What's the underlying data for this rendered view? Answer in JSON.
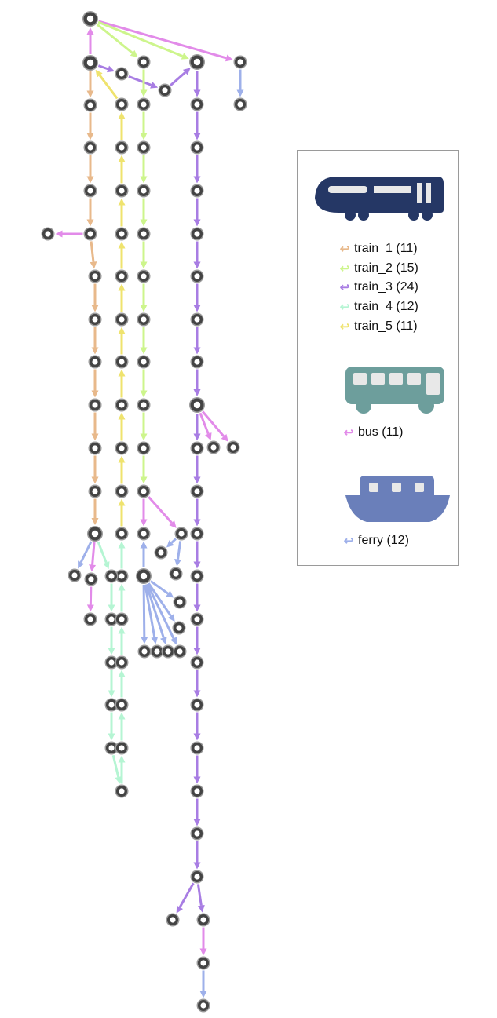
{
  "legend": {
    "train_group": [
      {
        "key": "train_1",
        "label": "train_1 (11)",
        "color": "#e8b98b"
      },
      {
        "key": "train_2",
        "label": "train_2 (15)",
        "color": "#cdf58c"
      },
      {
        "key": "train_3",
        "label": "train_3 (24)",
        "color": "#a87de3"
      },
      {
        "key": "train_4",
        "label": "train_4 (12)",
        "color": "#b5f5d3"
      },
      {
        "key": "train_5",
        "label": "train_5 (11)",
        "color": "#efe36e"
      }
    ],
    "bus": {
      "key": "bus",
      "label": "bus (11)",
      "color": "#e28be9"
    },
    "ferry": {
      "key": "ferry",
      "label": "ferry (12)",
      "color": "#9eb0ea"
    },
    "icons": {
      "train": "train-icon",
      "bus": "bus-icon",
      "ferry": "ferry-icon"
    },
    "icon_colors": {
      "train": "#253765",
      "bus": "#6d9e9c",
      "ferry": "#6a7fba"
    },
    "arrow_glyph": "↩"
  },
  "routes": {
    "train_1": {
      "color": "#e8b98b",
      "count": 11
    },
    "train_2": {
      "color": "#cdf58c",
      "count": 15
    },
    "train_3": {
      "color": "#a87de3",
      "count": 24
    },
    "train_4": {
      "color": "#b5f5d3",
      "count": 12
    },
    "train_5": {
      "color": "#efe36e",
      "count": 11
    },
    "bus": {
      "color": "#e28be9",
      "count": 11
    },
    "ferry": {
      "color": "#9eb0ea",
      "count": 12
    }
  },
  "node_style": {
    "fill": "#ffffff",
    "ring": "#444444",
    "ring_light": "#9a9a9a"
  }
}
